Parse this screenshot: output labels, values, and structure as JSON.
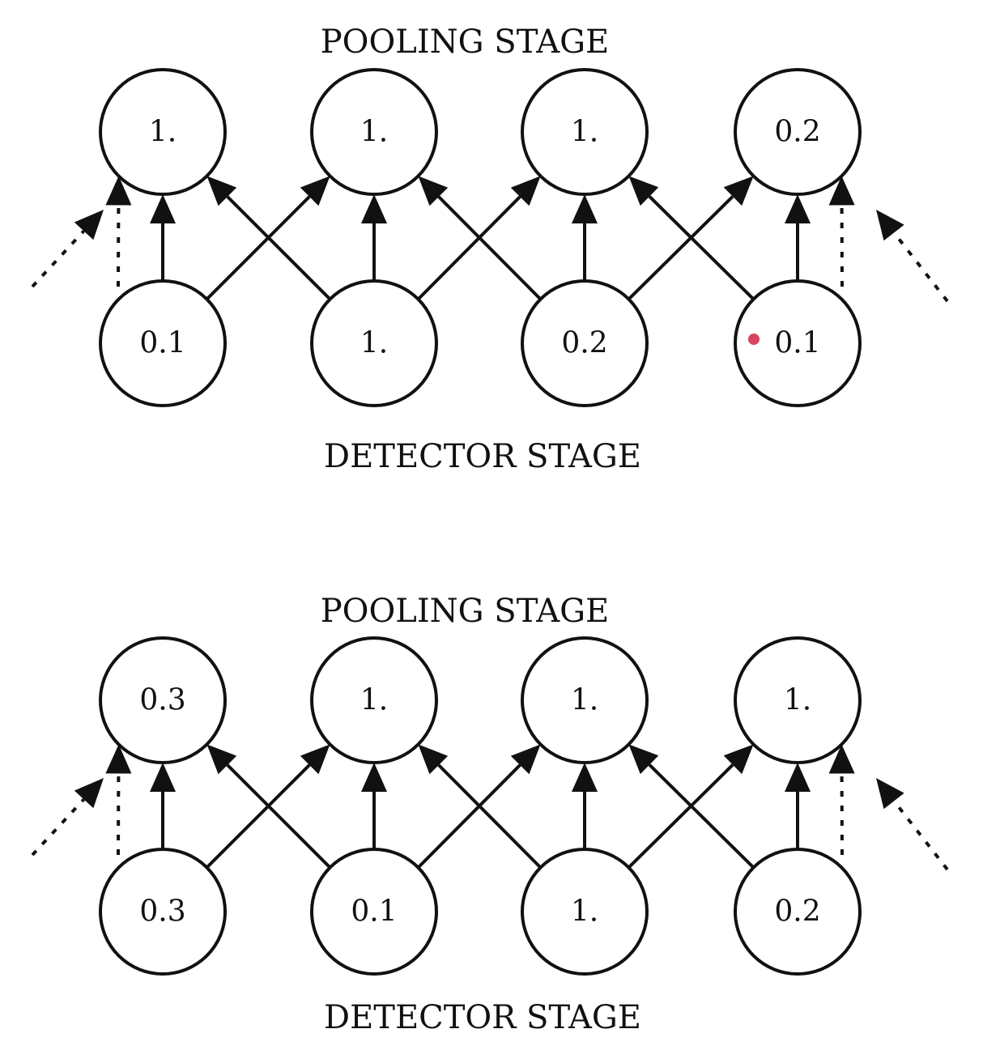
{
  "colors": {
    "ink": "#111111",
    "background": "#ffffff",
    "marker_dot": "#d9435f"
  },
  "panels": [
    {
      "pooling_label": "POOLING STAGE",
      "detector_label": "DETECTOR STAGE",
      "pooling_values": [
        "1.",
        "1.",
        "1.",
        "0.2"
      ],
      "detector_values": [
        "0.1",
        "1.",
        "0.2",
        "0.1"
      ]
    },
    {
      "pooling_label": "POOLING STAGE",
      "detector_label": "DETECTOR STAGE",
      "pooling_values": [
        "0.3",
        "1.",
        "1.",
        "1."
      ],
      "detector_values": [
        "0.3",
        "0.1",
        "1.",
        "0.2"
      ]
    }
  ]
}
